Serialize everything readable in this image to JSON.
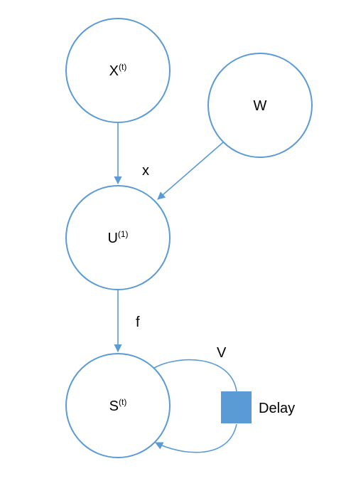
{
  "colors": {
    "stroke": "#5b9bd5",
    "delay_fill": "#5b9bd5",
    "text": "#000000"
  },
  "nodes": {
    "x": {
      "base": "X",
      "sup": "(t)"
    },
    "w": {
      "label": "W"
    },
    "u": {
      "base": "U",
      "sup": "(1)"
    },
    "s": {
      "base": "S",
      "sup": "(t)"
    }
  },
  "edges": {
    "x_to_u": {
      "label": "x"
    },
    "w_to_u": {
      "label": ""
    },
    "u_to_s": {
      "label": "f"
    },
    "s_loop": {
      "label": "V"
    }
  },
  "delay": {
    "label": "Delay"
  }
}
